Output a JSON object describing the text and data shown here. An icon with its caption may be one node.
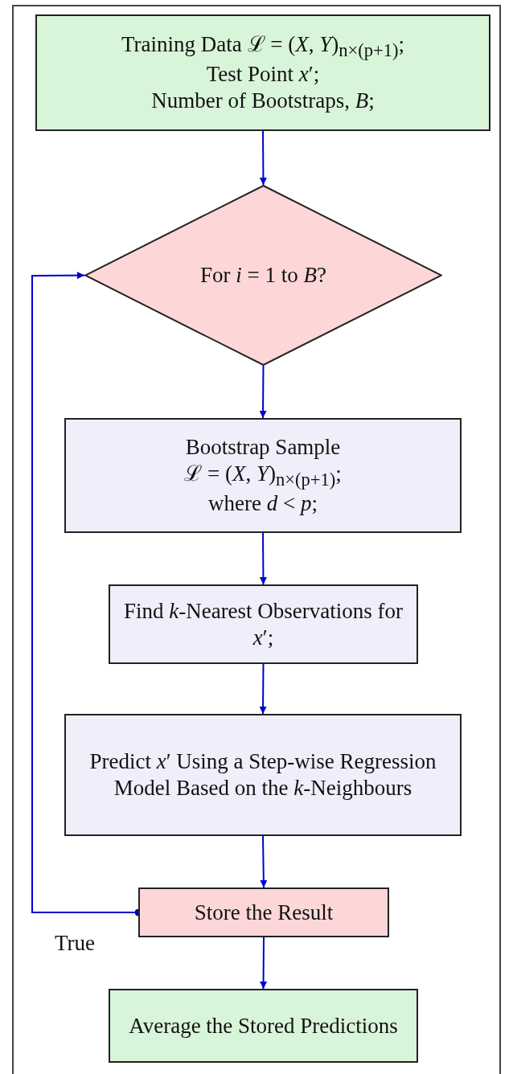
{
  "diagram": {
    "nodes": [
      {
        "text": [
          "Training Data ℒ = (*X*, *Y*)$_{n×(p+1)}$;",
          "Test Point *x*′;",
          "Number of Bootstraps, *B*;"
        ]
      },
      {
        "text": [
          "For *i* = 1 to *B*?"
        ]
      },
      {
        "text": [
          "Bootstrap Sample",
          "ℒ = (*X*, *Y*)$_{n×(p+1)}$;",
          "where *d* < *p*;"
        ]
      },
      {
        "text": [
          "Find *k*-Nearest Observations for *x*′;"
        ]
      },
      {
        "text": [
          "Predict *x*′ Using a Step-wise Regression Model Based on the *k*-Neighbours"
        ]
      },
      {
        "text": [
          "Store the Result"
        ]
      },
      {
        "text": [
          "Average the Stored Predictions"
        ]
      }
    ],
    "edges": [
      {
        "from": 0,
        "to": 1,
        "arrow": "to"
      },
      {
        "from": 1,
        "to": 2,
        "arrow": "to"
      },
      {
        "from": 2,
        "to": 3,
        "arrow": "to"
      },
      {
        "from": 3,
        "to": 4,
        "arrow": "to"
      },
      {
        "from": 4,
        "to": 5,
        "arrow": "to"
      },
      {
        "from": 5,
        "to": 1,
        "arrow": "to",
        "label": "True"
      },
      {
        "from": 5,
        "to": 6,
        "arrow": "to"
      }
    ]
  }
}
